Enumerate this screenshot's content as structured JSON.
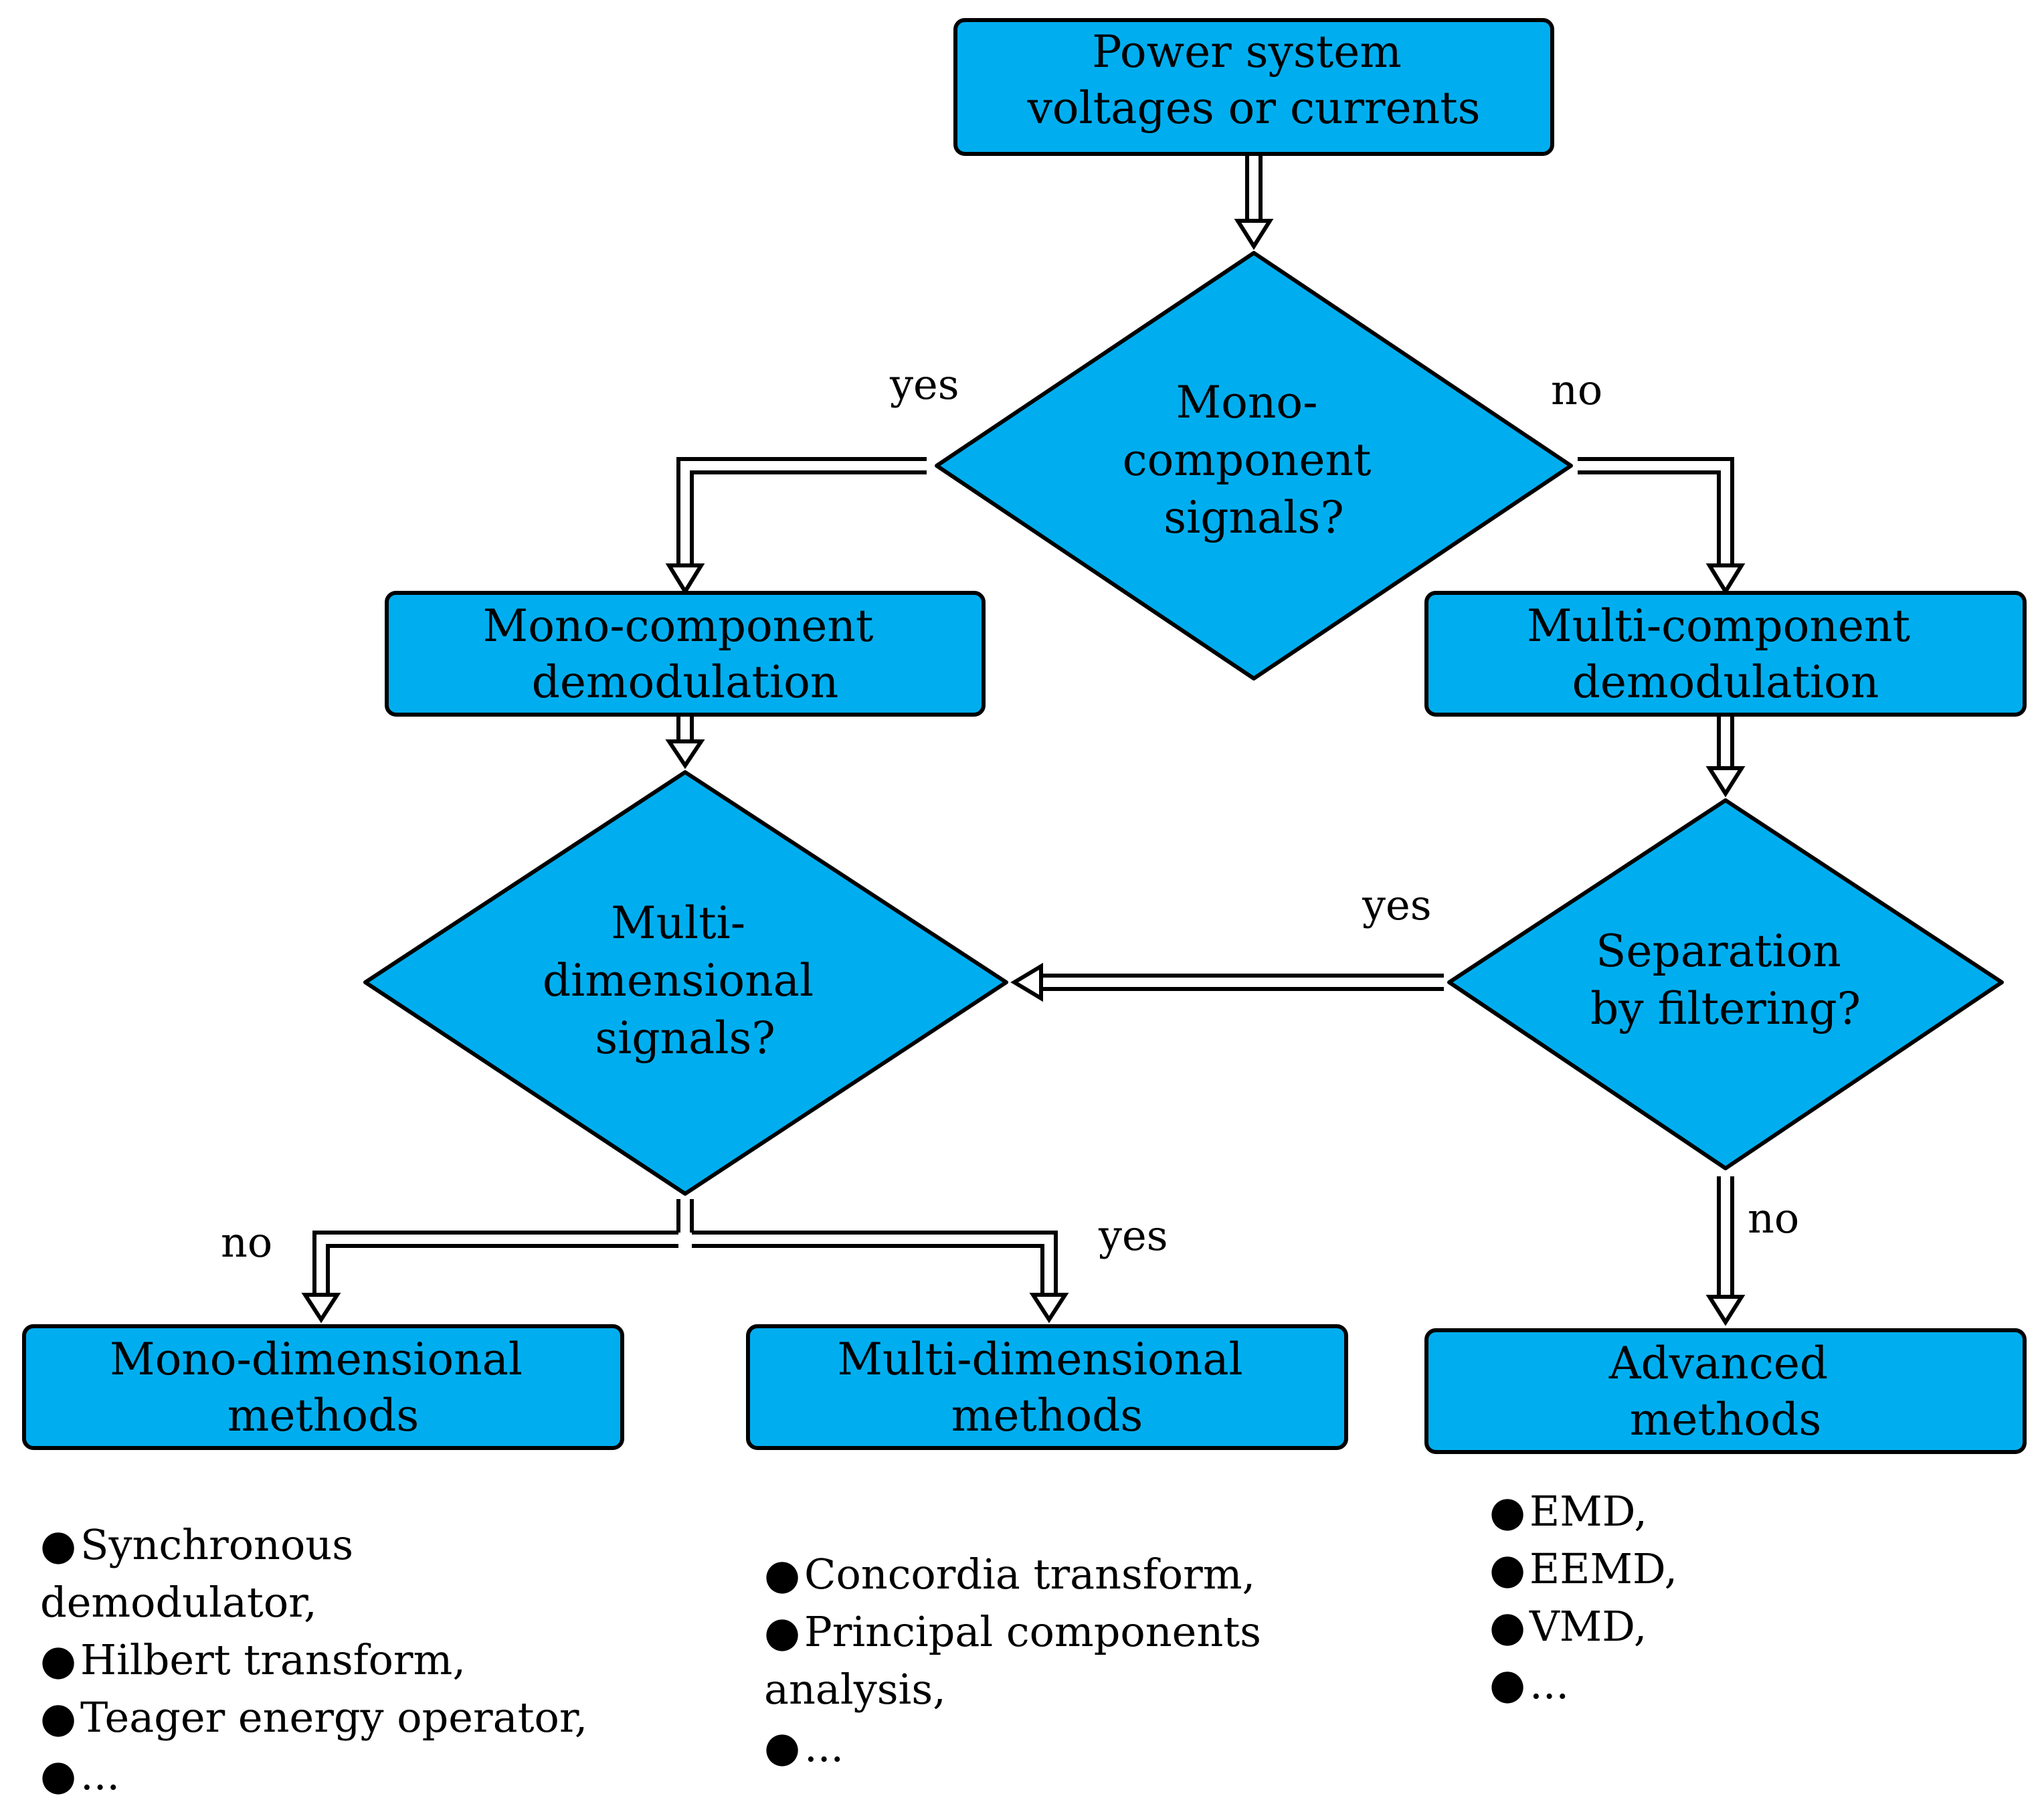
{
  "nodes": {
    "start": {
      "lines": [
        "Power system",
        "voltages or currents"
      ]
    },
    "decision_mono": {
      "lines": [
        "Mono-",
        "component",
        "signals?"
      ]
    },
    "mono_demod": {
      "lines": [
        "Mono-component",
        "demodulation"
      ]
    },
    "multi_demod": {
      "lines": [
        "Multi-component",
        "demodulation"
      ]
    },
    "decision_multidim": {
      "lines": [
        "Multi-",
        "dimensional",
        "signals?"
      ]
    },
    "decision_filter": {
      "lines": [
        "Separation",
        "by filtering?"
      ]
    },
    "mono_dim_methods": {
      "lines": [
        "Mono-dimensional",
        "methods"
      ]
    },
    "multi_dim_methods": {
      "lines": [
        "Multi-dimensional",
        "methods"
      ]
    },
    "advanced_methods": {
      "lines": [
        "Advanced",
        "methods"
      ]
    }
  },
  "edges": {
    "yes_left": "yes",
    "no_right": "no",
    "yes_filter": "yes",
    "no_filter": "no",
    "no_bottom_left": "no",
    "yes_bottom_mid": "yes"
  },
  "lists": {
    "mono_dim": [
      "Synchronous demodulator,",
      "Hilbert transform,",
      "Teager energy operator,",
      "..."
    ],
    "multi_dim": [
      "Concordia transform,",
      "Principal components analysis,",
      "..."
    ],
    "advanced": [
      "EMD,",
      "EEMD,",
      "VMD,",
      "..."
    ]
  },
  "colors": {
    "node_fill": "#00AEEF",
    "stroke": "#000000"
  }
}
